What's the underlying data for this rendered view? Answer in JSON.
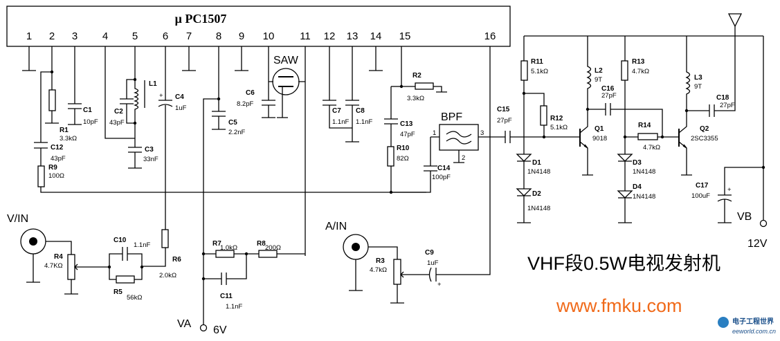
{
  "chip": {
    "name": "μ PC1507",
    "pins": [
      "1",
      "2",
      "3",
      "4",
      "5",
      "6",
      "7",
      "8",
      "9",
      "10",
      "11",
      "12",
      "13",
      "14",
      "15",
      "16"
    ]
  },
  "title": "VHF段0.5W电视发射机",
  "website": "www.fmku.com",
  "watermark": {
    "top": "电子工程世界",
    "bottom": "eeworld.com.cn"
  },
  "terminals": {
    "vin": "V/IN",
    "ain": "A/IN",
    "va": "VA",
    "v6": "6V",
    "vb": "VB",
    "v12": "12V"
  },
  "blocks": {
    "bpf": "BPF",
    "saw": "SAW",
    "bpf_pin1": "1",
    "bpf_pin2": "2",
    "bpf_pin3": "3"
  },
  "components": {
    "R1": {
      "ref": "R1",
      "val": "3.3kΩ"
    },
    "C1": {
      "ref": "C1",
      "val": "10pF"
    },
    "C2": {
      "ref": "C2",
      "val": "43pF"
    },
    "L1": {
      "ref": "L1"
    },
    "C3": {
      "ref": "C3",
      "val": "33nF"
    },
    "C4": {
      "ref": "C4",
      "val": "1uF"
    },
    "C5": {
      "ref": "C5",
      "val": "2.2nF"
    },
    "C6": {
      "ref": "C6",
      "val": "8.2pF"
    },
    "C7": {
      "ref": "C7",
      "val": "1.1nF"
    },
    "C8": {
      "ref": "C8",
      "val": "1.1nF"
    },
    "R2": {
      "ref": "R2",
      "val": "3.3kΩ"
    },
    "C13": {
      "ref": "C13",
      "val": "47pF"
    },
    "R10": {
      "ref": "R10",
      "val": "82Ω"
    },
    "C14": {
      "ref": "C14",
      "val": "100pF"
    },
    "C12": {
      "ref": "C12",
      "val": "43pF"
    },
    "R9": {
      "ref": "R9",
      "val": "100Ω"
    },
    "R4": {
      "ref": "R4",
      "val": "4.7KΩ"
    },
    "C10": {
      "ref": "C10",
      "val": "1.1nF"
    },
    "R5": {
      "ref": "R5",
      "val": "56kΩ"
    },
    "R6": {
      "ref": "R6",
      "val": "2.0kΩ"
    },
    "R7": {
      "ref": "R7",
      "val": "1.0kΩ"
    },
    "R8": {
      "ref": "R8",
      "val": "200Ω"
    },
    "C11": {
      "ref": "C11",
      "val": "1.1nF"
    },
    "R3": {
      "ref": "R3",
      "val": "4.7kΩ"
    },
    "C9": {
      "ref": "C9",
      "val": "1uF"
    },
    "R11": {
      "ref": "R11",
      "val": "5.1kΩ"
    },
    "R12": {
      "ref": "R12",
      "val": "5.1kΩ"
    },
    "C15": {
      "ref": "C15",
      "val": "27pF"
    },
    "L2": {
      "ref": "L2",
      "val": "9T"
    },
    "C16": {
      "ref": "C16",
      "val": "27pF"
    },
    "Q1": {
      "ref": "Q1",
      "val": "9018"
    },
    "R13": {
      "ref": "R13",
      "val": "4.7kΩ"
    },
    "R14": {
      "ref": "R14",
      "val": "4.7kΩ"
    },
    "L3": {
      "ref": "L3",
      "val": "9T"
    },
    "C18": {
      "ref": "C18",
      "val": "27pF"
    },
    "Q2": {
      "ref": "Q2",
      "val": "2SC3355"
    },
    "D1": {
      "ref": "D1",
      "val": "1N4148"
    },
    "D2": {
      "ref": "D2",
      "val": "1N4148"
    },
    "D3": {
      "ref": "D3",
      "val": "1N4148"
    },
    "D4": {
      "ref": "D4",
      "val": "1N4148"
    },
    "C17": {
      "ref": "C17",
      "val": "100uF"
    }
  }
}
